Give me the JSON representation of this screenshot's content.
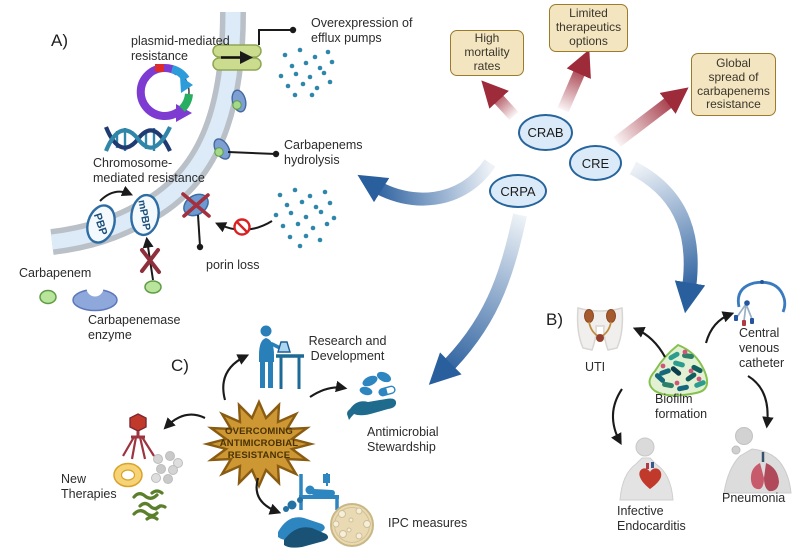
{
  "labels": {
    "section_a": "A)",
    "section_b": "B)",
    "section_c": "C)",
    "plasmid": "plasmid-mediated\nresistance",
    "efflux": "Overexpression of\nefflux pumps",
    "chromosome": "Chromosome-\nmediated resistance",
    "hydrolysis": "Carbapenems\nhydrolysis",
    "pbp": "PBP",
    "mpbp": "mPBP",
    "porin_loss": "porin loss",
    "carbapenem": "Carbapenem",
    "carbapenemase": "Carbapenemase\nenzyme"
  },
  "impacts": {
    "mortality": "High\nmortality\nrates",
    "therapeutics": "Limited\ntherapeutics\noptions",
    "global_spread": "Global\nspread of\ncarbapenems\nresistance"
  },
  "pathogens": {
    "crab": "CRAB",
    "cre": "CRE",
    "crpa": "CRPA"
  },
  "infections": {
    "uti": "UTI",
    "biofilm": "Biofilm\nformation",
    "catheter": "Central\nvenous\ncatheter",
    "endocarditis": "Infective\nEndocarditis",
    "pneumonia": "Pneumonia"
  },
  "strategies": {
    "starburst": "OVERCOMING\nANTIMICROBIAL\nRESISTANCE",
    "rnd": "Research and\nDevelopment",
    "stewardship": "Antimicrobial\nStewardship",
    "ipc": "IPC measures",
    "new_therapies": "New\nTherapies"
  },
  "colors": {
    "impact_box_fill": "#f3e5c0",
    "impact_box_border": "#9b7b2a",
    "pathogen_oval_fill": "#dbeaf8",
    "pathogen_oval_border": "#26649c",
    "impact_arrow": "#9e2b3a",
    "flow_arrow": "#2a5f9e",
    "starburst_fill": "#cd9733"
  }
}
